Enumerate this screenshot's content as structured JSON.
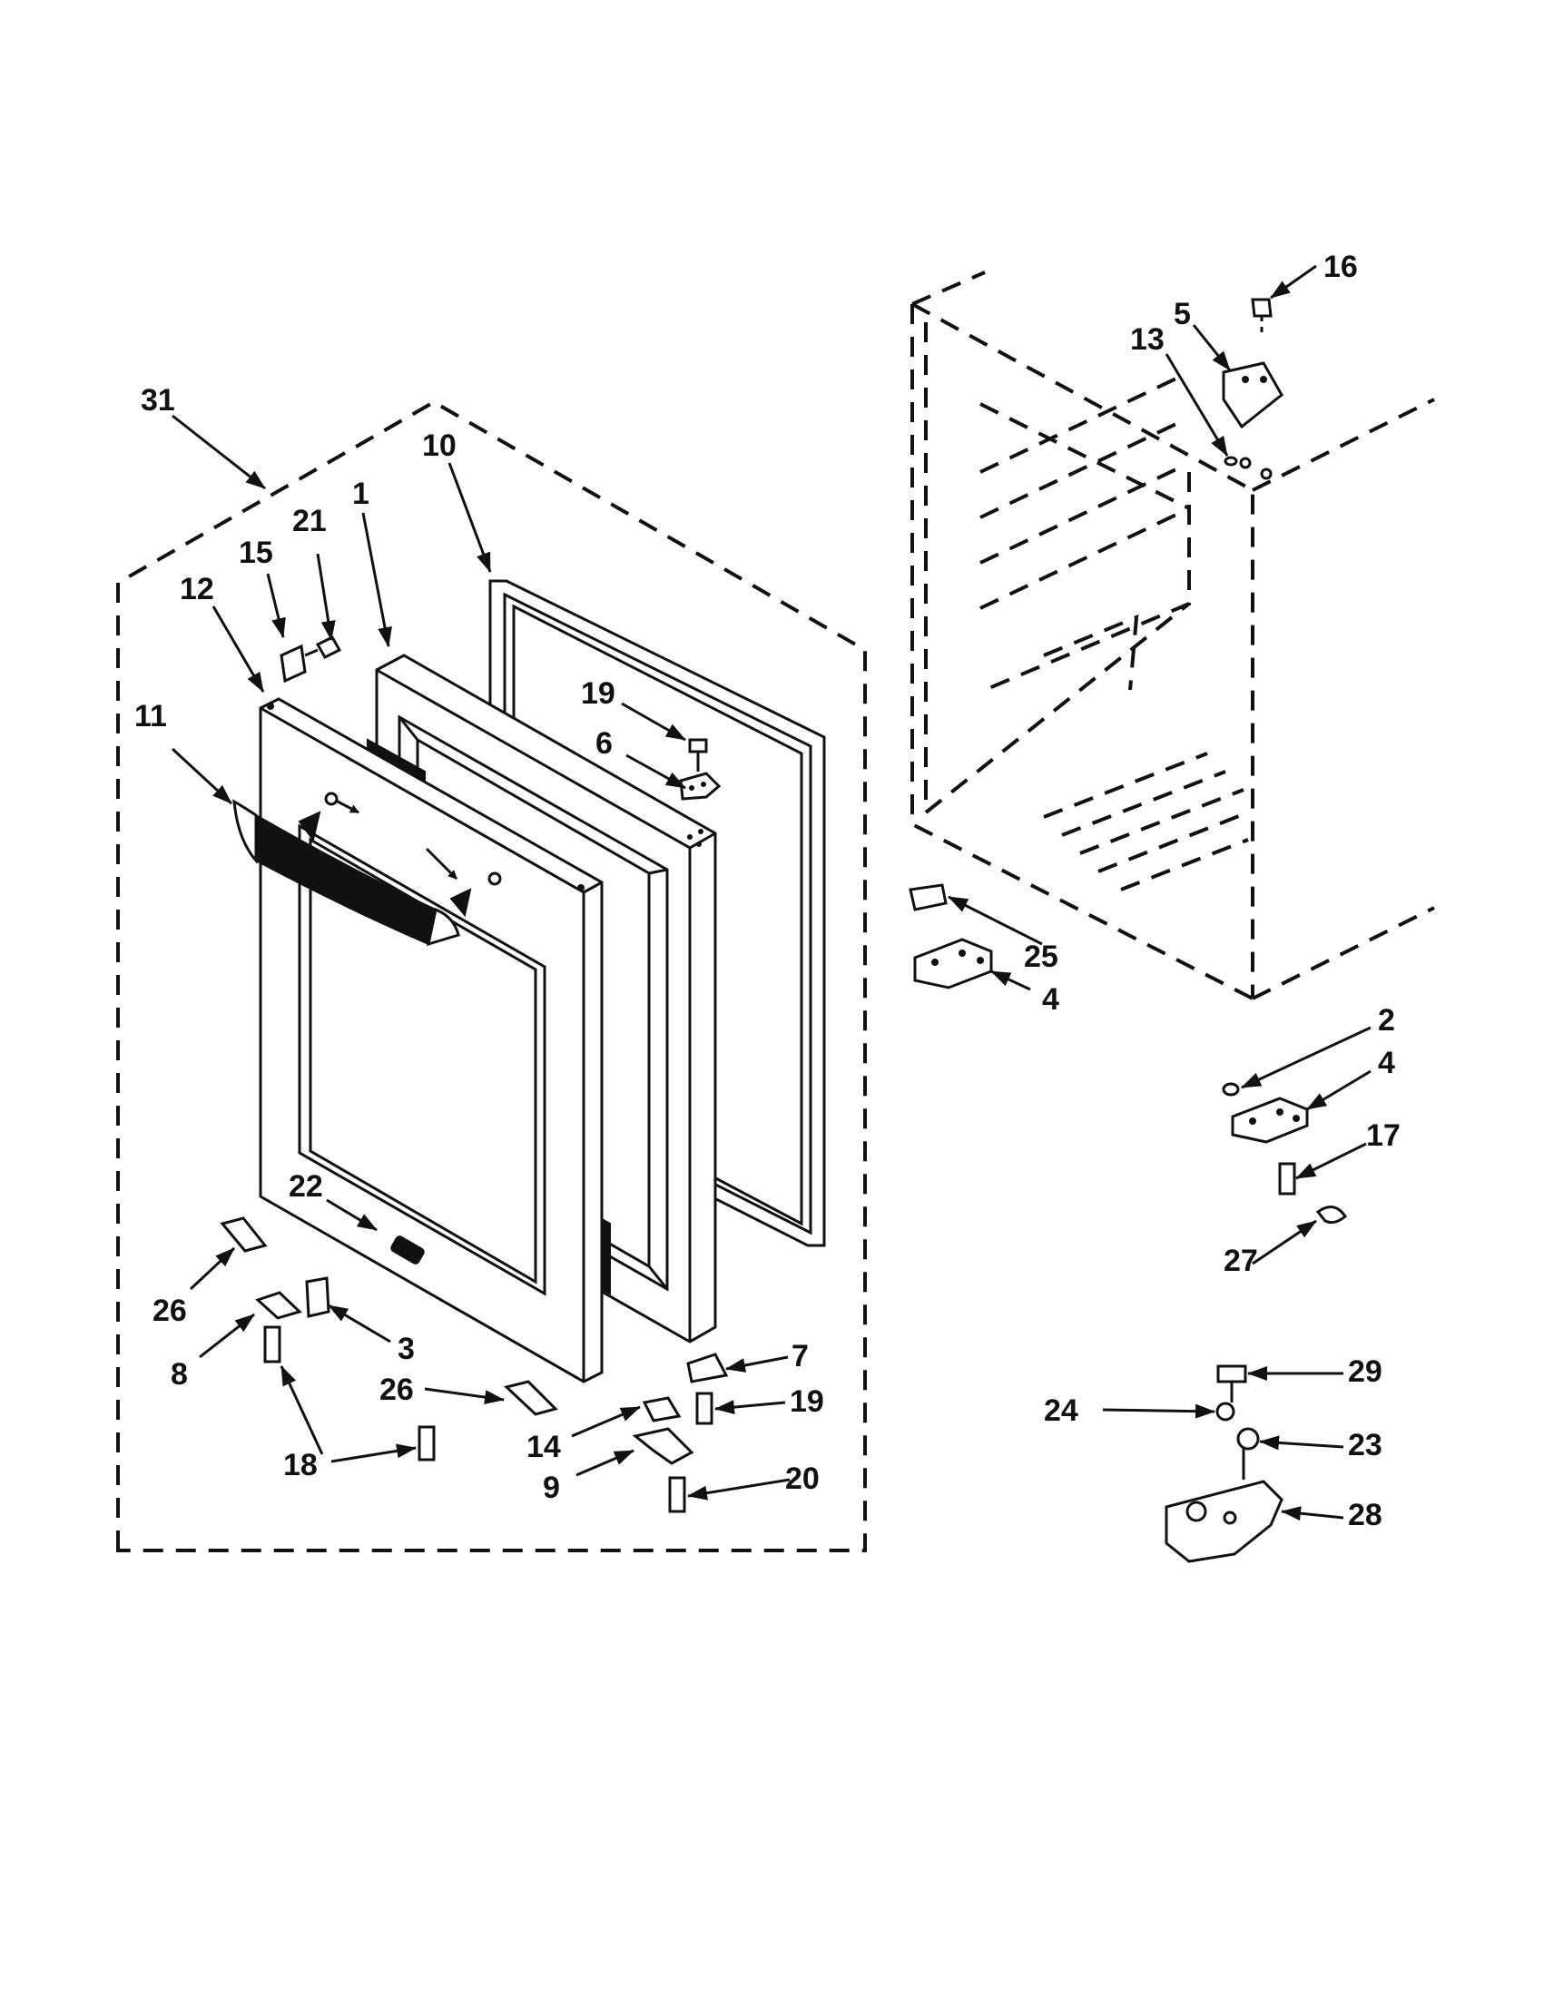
{
  "callouts": [
    {
      "id": "c31",
      "text": "31"
    },
    {
      "id": "c10",
      "text": "10"
    },
    {
      "id": "c1",
      "text": "1"
    },
    {
      "id": "c21",
      "text": "21"
    },
    {
      "id": "c15",
      "text": "15"
    },
    {
      "id": "c12",
      "text": "12"
    },
    {
      "id": "c11",
      "text": "11"
    },
    {
      "id": "c19a",
      "text": "19"
    },
    {
      "id": "c6",
      "text": "6"
    },
    {
      "id": "c22",
      "text": "22"
    },
    {
      "id": "c26a",
      "text": "26"
    },
    {
      "id": "c3",
      "text": "3"
    },
    {
      "id": "c8",
      "text": "8"
    },
    {
      "id": "c26b",
      "text": "26"
    },
    {
      "id": "c18",
      "text": "18"
    },
    {
      "id": "c7",
      "text": "7"
    },
    {
      "id": "c19b",
      "text": "19"
    },
    {
      "id": "c14",
      "text": "14"
    },
    {
      "id": "c9",
      "text": "9"
    },
    {
      "id": "c20",
      "text": "20"
    },
    {
      "id": "c16",
      "text": "16"
    },
    {
      "id": "c5",
      "text": "5"
    },
    {
      "id": "c13",
      "text": "13"
    },
    {
      "id": "c25",
      "text": "25"
    },
    {
      "id": "c4a",
      "text": "4"
    },
    {
      "id": "c2",
      "text": "2"
    },
    {
      "id": "c4b",
      "text": "4"
    },
    {
      "id": "c17",
      "text": "17"
    },
    {
      "id": "c27",
      "text": "27"
    },
    {
      "id": "c29",
      "text": "29"
    },
    {
      "id": "c24",
      "text": "24"
    },
    {
      "id": "c23",
      "text": "23"
    },
    {
      "id": "c28",
      "text": "28"
    }
  ]
}
